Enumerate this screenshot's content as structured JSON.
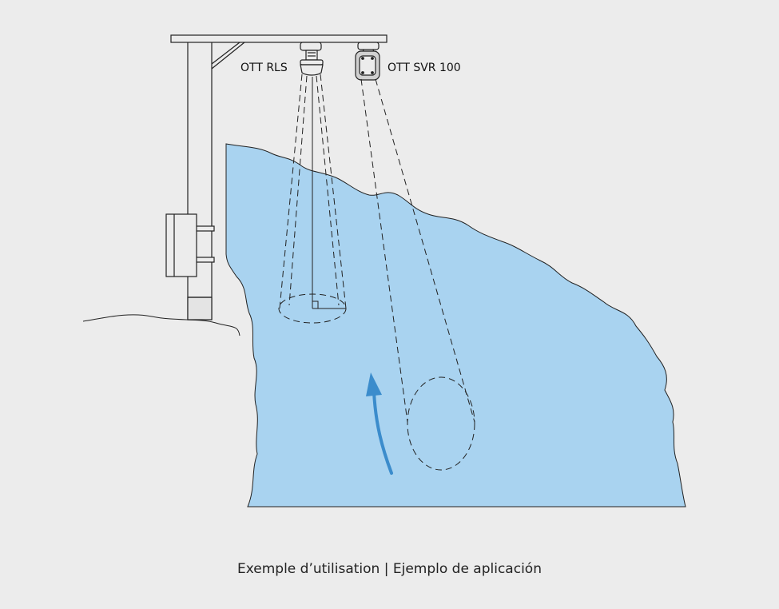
{
  "diagram": {
    "sensor_labels": {
      "rls": "OTT RLS",
      "svr": "OTT SVR 100"
    },
    "caption": "Exemple d’utilisation | Ejemplo de aplicación"
  },
  "colors": {
    "background": "#ececec",
    "water": "#a9d3f0",
    "flow_arrow": "#3b8ccc",
    "line": "#222222"
  },
  "icons": [
    "radar-sensor-icon",
    "velocity-radar-icon",
    "flow-arrow-icon",
    "logger-box-icon"
  ]
}
